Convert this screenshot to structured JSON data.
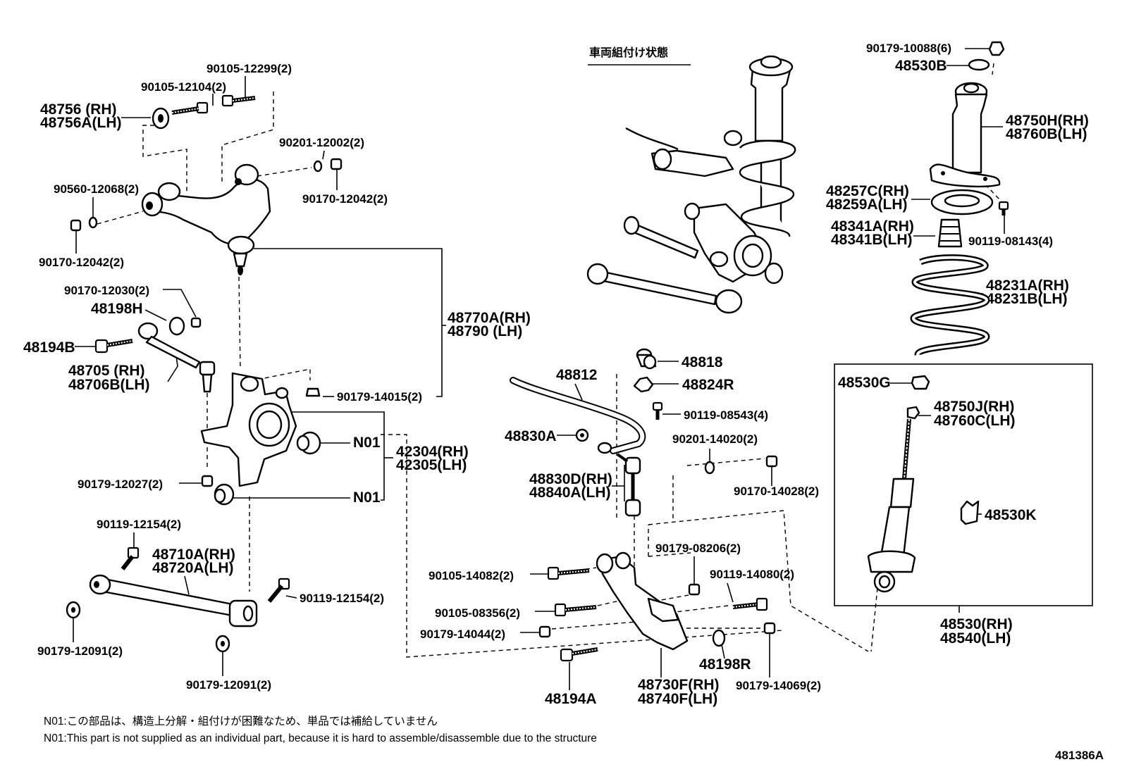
{
  "heading": "車両組付け状態",
  "figure_id": "481386A",
  "notes": [
    "N01:この部品は、構造上分解・組付けが困難なため、単品では補給していません",
    "N01:This part is not supplied as an individual part, because it is hard to assemble/disassemble due to the structure"
  ],
  "labels": {
    "l_90105_12299": "90105-12299(2)",
    "l_90105_12104": "90105-12104(2)",
    "l_48756": "48756 (RH)",
    "l_48756A": "48756A(LH)",
    "l_90201_12002": "90201-12002(2)",
    "l_90560_12068": "90560-12068(2)",
    "l_90170_12042_r": "90170-12042(2)",
    "l_90170_12042_l": "90170-12042(2)",
    "l_90170_12030": "90170-12030(2)",
    "l_48198H": "48198H",
    "l_48194B": "48194B",
    "l_48705": "48705 (RH)",
    "l_48706B": "48706B(LH)",
    "l_48770A": "48770A(RH)",
    "l_48790": "48790 (LH)",
    "l_90179_14015": "90179-14015(2)",
    "l_N01_a": "N01",
    "l_N01_b": "N01",
    "l_42304": "42304(RH)",
    "l_42305": "42305(LH)",
    "l_90179_12027": "90179-12027(2)",
    "l_90119_12154_a": "90119-12154(2)",
    "l_48710A": "48710A(RH)",
    "l_48720A": "48720A(LH)",
    "l_90119_12154_b": "90119-12154(2)",
    "l_90179_12091_a": "90179-12091(2)",
    "l_90179_12091_b": "90179-12091(2)",
    "l_48812": "48812",
    "l_48818": "48818",
    "l_48824R": "48824R",
    "l_90119_08543": "90119-08543(4)",
    "l_48830A": "48830A",
    "l_90201_14020": "90201-14020(2)",
    "l_90170_14028": "90170-14028(2)",
    "l_48830D": "48830D(RH)",
    "l_48840A": "48840A(LH)",
    "l_90179_08206": "90179-08206(2)",
    "l_90105_14082": "90105-14082(2)",
    "l_90119_14080": "90119-14080(2)",
    "l_90105_08356": "90105-08356(2)",
    "l_90179_14044": "90179-14044(2)",
    "l_48198R": "48198R",
    "l_48730F": "48730F(RH)",
    "l_48740F": "48740F(LH)",
    "l_90179_14069": "90179-14069(2)",
    "l_48194A": "48194A",
    "l_90179_10088": "90179-10088(6)",
    "l_48530B": "48530B",
    "l_48750H": "48750H(RH)",
    "l_48760B": "48760B(LH)",
    "l_48257C": "48257C(RH)",
    "l_48259A": "48259A(LH)",
    "l_90119_08143": "90119-08143(4)",
    "l_48341A": "48341A(RH)",
    "l_48341B": "48341B(LH)",
    "l_48231A": "48231A(RH)",
    "l_48231B": "48231B(LH)",
    "l_48530G": "48530G",
    "l_48750J": "48750J(RH)",
    "l_48760C": "48760C(LH)",
    "l_48530K": "48530K",
    "l_48530": "48530(RH)",
    "l_48540": "48540(LH)"
  }
}
